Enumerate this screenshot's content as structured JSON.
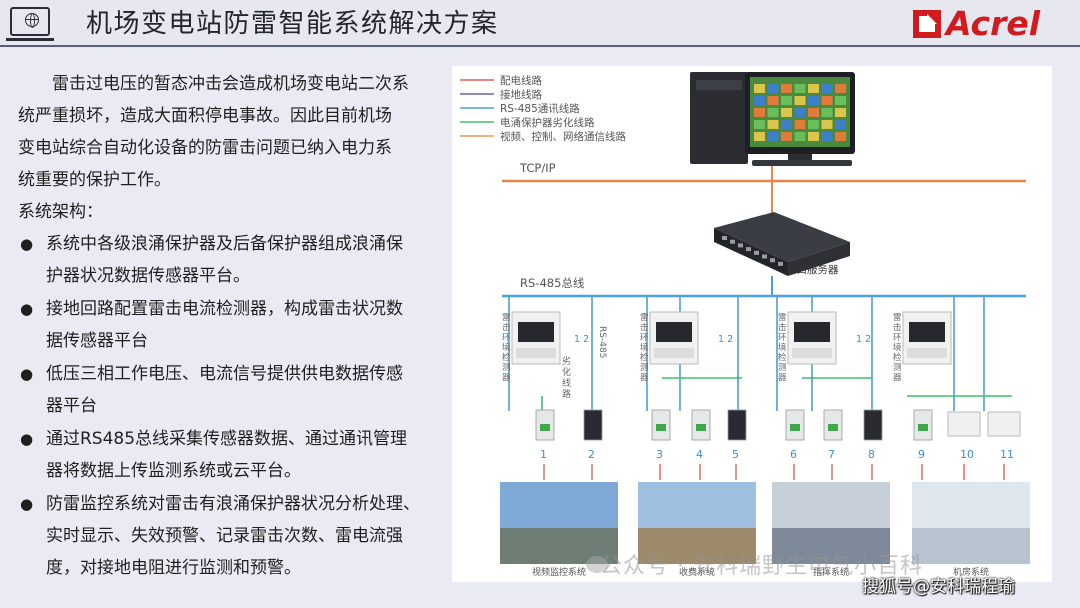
{
  "header": {
    "title": "机场变电站防雷智能系统解决方案",
    "logo_text": "Acrel",
    "brand_color": "#d21a1f"
  },
  "content": {
    "intro_lines": [
      "雷击过电压的暂态冲击会造成机场变电站二次系",
      "统严重损坏，造成大面积停电事故。因此目前机场",
      "变电站综合自动化设备的防雷击问题已纳入电力系",
      "统重要的保护工作。"
    ],
    "section_label": "系统架构：",
    "bullets": [
      [
        "系统中各级浪涌保护器及后备保护器组成浪涌保",
        "护器状况数据传感器平台。"
      ],
      [
        "接地回路配置雷击电流检测器，构成雷击状况数",
        "据传感器平台"
      ],
      [
        "低压三相工作电压、电流信号提供供电数据传感",
        "器平台"
      ],
      [
        "通过RS485总线采集传感器数据、通过通讯管理",
        "器将数据上传监测系统或云平台。"
      ],
      [
        "防雷监控系统对雷击有浪涌保护器状况分析处理、",
        "实时显示、失效预警、记录雷击次数、雷电流强",
        "度，对接地电阻进行监测和预警。"
      ]
    ]
  },
  "diagram": {
    "legend": [
      {
        "label": "配电线路",
        "color": "#e0605a"
      },
      {
        "label": "接地线路",
        "color": "#6a62b8"
      },
      {
        "label": "RS-485通讯线路",
        "color": "#4aa0d8"
      },
      {
        "label": "电涌保护器劣化线路",
        "color": "#3cbf6a"
      },
      {
        "label": "视频、控制、网络通信线路",
        "color": "#e89a50"
      }
    ],
    "tcp_label": "TCP/IP",
    "server_label": "串口服务器",
    "rs485_label": "RS-485总线",
    "detector_label": [
      "雷",
      "击",
      "环",
      "境",
      "检",
      "测",
      "器"
    ],
    "rs485_vertical": "RS-485",
    "degrade_vertical": [
      "劣",
      "化",
      "线",
      "路"
    ],
    "num12": "1 2",
    "numbers": [
      "1",
      "2",
      "3",
      "4",
      "5",
      "6",
      "7",
      "8",
      "9",
      "10",
      "11"
    ],
    "photo_captions": [
      "视频监控系统",
      "收费系统",
      "指挥系统",
      "机房系统"
    ],
    "tcp_color": "#e8874a",
    "bus_color": "#4aa0d8"
  },
  "watermark": {
    "text": "公众号 · 安科瑞野生电气小百科",
    "sohu": "搜狐号@安科瑞程瑜"
  }
}
